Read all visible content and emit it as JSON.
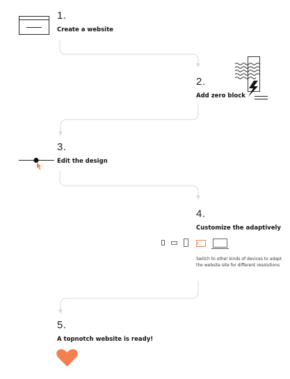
{
  "steps": [
    {
      "number": "1.",
      "title": "Create a website"
    },
    {
      "number": "2.",
      "title": "Add zero block"
    },
    {
      "number": "3.",
      "title": "Edit the design"
    },
    {
      "number": "4.",
      "title": "Customize the adaptively"
    },
    {
      "number": "5.",
      "title": "A topnotch website is ready!"
    }
  ],
  "step4_description": "Switch to other kinds of devices to adapt the website site for different resolutions",
  "colors": {
    "accent": "#f47f50",
    "connector": "#d9d9d9",
    "text": "#111111"
  },
  "icons": {
    "step1": "browser-window-icon",
    "step2": "zero-block-waves-icon",
    "step3": "slider-cursor-icon",
    "step4": [
      "phone-small-icon",
      "phone-landscape-icon",
      "phone-icon",
      "tablet-landscape-icon",
      "laptop-icon"
    ],
    "step5": "heart-icon"
  }
}
